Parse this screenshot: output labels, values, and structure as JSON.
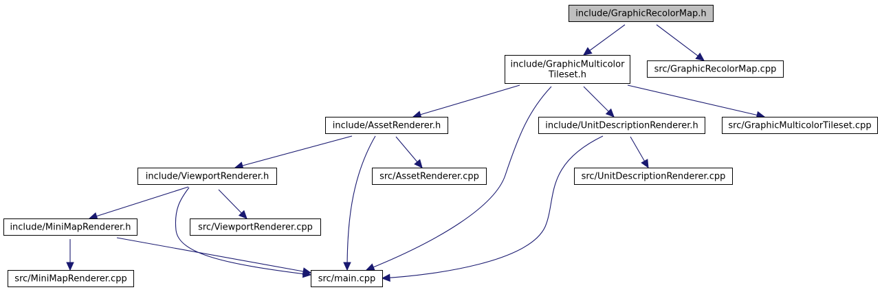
{
  "colors": {
    "edge": "#191970",
    "node_border": "#000000",
    "node_fill": "#ffffff",
    "highlight_fill": "#bfbfbf"
  },
  "nodes": [
    {
      "id": "graphic-recolor-map-h",
      "lines": [
        "include/GraphicRecolorMap.h"
      ],
      "highlight": true
    },
    {
      "id": "graphic-multicolor-tileset-h",
      "lines": [
        "include/GraphicMulticolor",
        "Tileset.h"
      ]
    },
    {
      "id": "graphic-recolor-map-cpp",
      "lines": [
        "src/GraphicRecolorMap.cpp"
      ]
    },
    {
      "id": "asset-renderer-h",
      "lines": [
        "include/AssetRenderer.h"
      ]
    },
    {
      "id": "unit-description-renderer-h",
      "lines": [
        "include/UnitDescriptionRenderer.h"
      ]
    },
    {
      "id": "graphic-multicolor-tileset-cpp",
      "lines": [
        "src/GraphicMulticolorTileset.cpp"
      ]
    },
    {
      "id": "viewport-renderer-h",
      "lines": [
        "include/ViewportRenderer.h"
      ]
    },
    {
      "id": "asset-renderer-cpp",
      "lines": [
        "src/AssetRenderer.cpp"
      ]
    },
    {
      "id": "unit-description-renderer-cpp",
      "lines": [
        "src/UnitDescriptionRenderer.cpp"
      ]
    },
    {
      "id": "mini-map-renderer-h",
      "lines": [
        "include/MiniMapRenderer.h"
      ]
    },
    {
      "id": "viewport-renderer-cpp",
      "lines": [
        "src/ViewportRenderer.cpp"
      ]
    },
    {
      "id": "mini-map-renderer-cpp",
      "lines": [
        "src/MiniMapRenderer.cpp"
      ]
    },
    {
      "id": "main-cpp",
      "lines": [
        "src/main.cpp"
      ]
    }
  ],
  "edges": [
    {
      "from": "graphic-recolor-map-h",
      "to": "graphic-multicolor-tileset-h"
    },
    {
      "from": "graphic-recolor-map-h",
      "to": "graphic-recolor-map-cpp"
    },
    {
      "from": "graphic-multicolor-tileset-h",
      "to": "asset-renderer-h"
    },
    {
      "from": "graphic-multicolor-tileset-h",
      "to": "main-cpp"
    },
    {
      "from": "graphic-multicolor-tileset-h",
      "to": "unit-description-renderer-h"
    },
    {
      "from": "graphic-multicolor-tileset-h",
      "to": "graphic-multicolor-tileset-cpp"
    },
    {
      "from": "asset-renderer-h",
      "to": "viewport-renderer-h"
    },
    {
      "from": "asset-renderer-h",
      "to": "main-cpp"
    },
    {
      "from": "asset-renderer-h",
      "to": "asset-renderer-cpp"
    },
    {
      "from": "unit-description-renderer-h",
      "to": "main-cpp"
    },
    {
      "from": "unit-description-renderer-h",
      "to": "unit-description-renderer-cpp"
    },
    {
      "from": "viewport-renderer-h",
      "to": "mini-map-renderer-h"
    },
    {
      "from": "viewport-renderer-h",
      "to": "main-cpp"
    },
    {
      "from": "viewport-renderer-h",
      "to": "viewport-renderer-cpp"
    },
    {
      "from": "mini-map-renderer-h",
      "to": "mini-map-renderer-cpp"
    },
    {
      "from": "mini-map-renderer-h",
      "to": "main-cpp"
    }
  ]
}
